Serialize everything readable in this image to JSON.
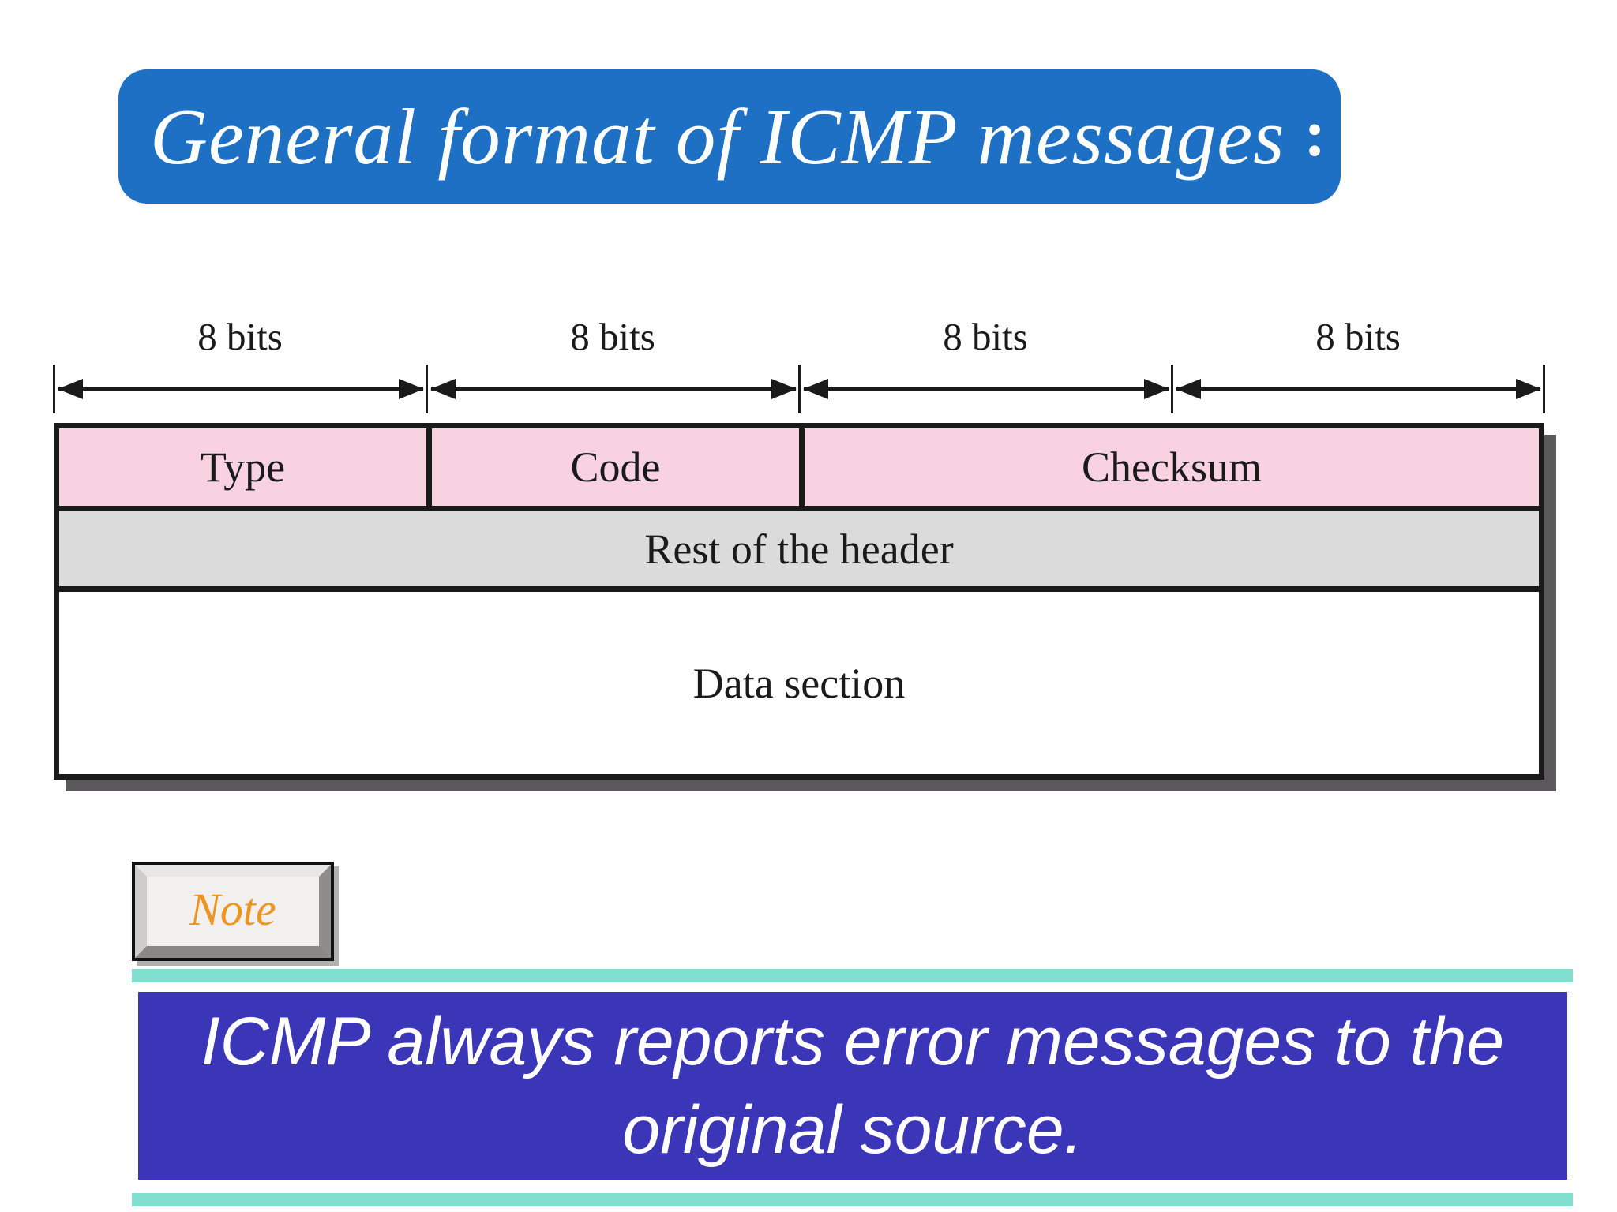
{
  "title": {
    "text": "General format of ICMP messages",
    "colon": ":"
  },
  "diagram": {
    "bit_labels": [
      "8 bits",
      "8 bits",
      "8 bits",
      "8 bits"
    ],
    "header_row": {
      "cells": [
        {
          "label": "Type",
          "span": 1
        },
        {
          "label": "Code",
          "span": 1
        },
        {
          "label": "Checksum",
          "span": 2
        }
      ]
    },
    "rest_row": {
      "label": "Rest of the header"
    },
    "data_row": {
      "label": "Data section"
    }
  },
  "note": {
    "label": "Note"
  },
  "callout": {
    "lines": [
      "ICMP always reports error messages to the",
      "original source."
    ]
  },
  "colors": {
    "title_bg": "#1d70c4",
    "title_fg": "#ffffff",
    "field_pink": "#f8d2e0",
    "rest_gray": "#dbdbdb",
    "line_black": "#1a1a1a",
    "shadow_gray": "#5a585b",
    "note_orange": "#ef941f",
    "divider_teal": "#7fdecd",
    "callout_bg": "#3b35b8",
    "callout_fg": "#ffffff"
  }
}
